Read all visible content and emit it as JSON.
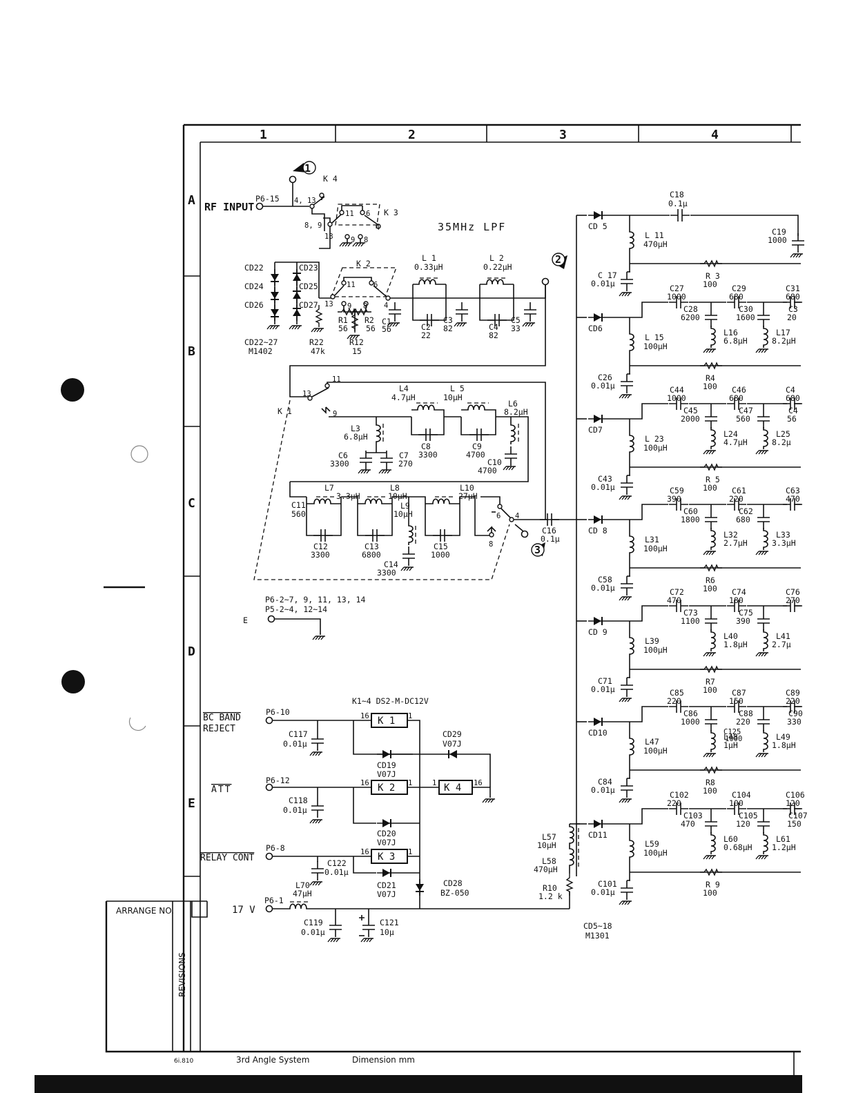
{
  "border": {
    "columns": [
      "1",
      "2",
      "3",
      "4"
    ],
    "rows": [
      "A",
      "B",
      "C",
      "D",
      "E"
    ],
    "arrange_no": "ARRANGE NO.",
    "revisions": "REVISIONS",
    "footer_code": "6i.810",
    "footer_projection": "3rd Angle System",
    "footer_units": "Dimension mm"
  },
  "title": "35MHz  LPF",
  "terminals": {
    "rf_input": "RF INPUT",
    "rf_pin": "P6-15",
    "e_label": "E",
    "e_pins_1": "P6-2~7, 9, 11, 13, 14",
    "e_pins_2": "P5-2~4, 12~14",
    "bc_band_1": "BC BAND",
    "bc_band_2": "REJECT",
    "bc_pin": "P6-10",
    "att": "ATT",
    "att_pin": "P6-12",
    "relay": "RELAY CONT",
    "relay_pin": "P6-8",
    "v17": "17 V",
    "v17_pin": "P6-1"
  },
  "markers": [
    "1",
    "2",
    "3"
  ],
  "relays": {
    "k1": "K 1",
    "k2": "K 2",
    "k3": "K 3",
    "k4": "K 4",
    "k1_lbl": "K 1",
    "k2_lbl": "K 2",
    "k3_lbl": "K 3",
    "k4_lbl": "K 4",
    "type": "K1~4  DS2-M-DC12V"
  },
  "pins": {
    "k4_a": "4, 13",
    "k3_a": "8, 9",
    "k3_n": "13",
    "k3_9": "9",
    "k3_8": "8",
    "k3_11": "11",
    "k3_6": "6",
    "k3_4": "4",
    "k2_13": "13",
    "k2_11": "11",
    "k2_6": "6",
    "k2_4": "4",
    "k2_9": "9",
    "k2_8": "8",
    "k1_13": "13",
    "k1_11": "11",
    "k1_9": "9",
    "sw_6": "6",
    "sw_4": "4",
    "sw_8": "8",
    "c16": "16",
    "c1": "1"
  },
  "diodes_left": {
    "cd22": "CD22",
    "cd23": "CD23",
    "cd24": "CD24",
    "cd25": "CD25",
    "cd26": "CD26",
    "cd27": "CD27",
    "range": "CD22~27",
    "part": "M1402"
  },
  "resistors": {
    "r22": "R22",
    "r22v": "47k",
    "r12": "R12",
    "r12v": "15",
    "r1": "R1",
    "r1v": "56",
    "r2": "R2",
    "r2v": "56"
  },
  "lpf_b": {
    "c1": "C1",
    "c1v": "56",
    "l1": "L 1",
    "l1v": "0.33μH",
    "l2": "L 2",
    "l2v": "0.22μH",
    "c2": "C2",
    "c2v": "22",
    "c3": "C3",
    "c3v": "82",
    "c4": "C4",
    "c4v": "82",
    "c5": "C5",
    "c5v": "33"
  },
  "filter_c1": {
    "l4": "L4",
    "l4v": "4.7μH",
    "l5": "L 5",
    "l5v": "10μH",
    "l6": "L6",
    "l6v": "8.2μH",
    "l3": "L3",
    "l3v": "6.8μH",
    "c6": "C6",
    "c6v": "3300",
    "c7": "C7",
    "c7v": "270",
    "c8": "C8",
    "c8v": "3300",
    "c9": "C9",
    "c9v": "4700",
    "c10": "C10",
    "c10v": "4700"
  },
  "filter_c2": {
    "l7": "L7",
    "l7v": "3.3μH",
    "l8": "L8",
    "l8v": "10μH",
    "l10": "L10",
    "l10v": "27μH",
    "l9": "L9",
    "l9v": "10μH",
    "c11": "C11",
    "c11v": "560",
    "c12": "C12",
    "c12v": "3300",
    "c13": "C13",
    "c13v": "6800",
    "c14": "C14",
    "c14v": "3300",
    "c15": "C15",
    "c15v": "1000",
    "c16": "C16",
    "c16v": "0.1μ"
  },
  "bank": [
    {
      "cd": "CD 5",
      "l": "L 11",
      "lv": "470μH",
      "cg": "C 17",
      "cgv": "0.01μ",
      "r": "R 3",
      "rv": "100",
      "cs": "C18",
      "csv": "0.1μ",
      "cs2": "C19",
      "cs2v": "1000"
    },
    {
      "cd": "CD6",
      "l": "L 15",
      "lv": "100μH",
      "cg": "C26",
      "cgv": "0.01μ",
      "r": "R4",
      "rv": "100",
      "c_a": "C27",
      "c_av": "1000",
      "c_b": "C29",
      "c_bv": "680",
      "c_c": "C31",
      "c_cv": "680",
      "s1": "C28",
      "s1v": "6200",
      "s2": "C30",
      "s2v": "1600",
      "s3": "C3",
      "s3v": "20",
      "la": "L16",
      "lav": "6.8μH",
      "lb": "L17",
      "lbv": "8.2μH"
    },
    {
      "cd": "CD7",
      "l": "L 23",
      "lv": "100μH",
      "cg": "C43",
      "cgv": "0.01μ",
      "r": "R 5",
      "rv": "100",
      "c_a": "C44",
      "c_av": "1000",
      "c_b": "C46",
      "c_bv": "680",
      "c_c": "C4",
      "c_cv": "680",
      "s1": "C45",
      "s1v": "2000",
      "s2": "C47",
      "s2v": "560",
      "s3": "C4",
      "s3v": "56",
      "la": "L24",
      "lav": "4.7μH",
      "lb": "L25",
      "lbv": "8.2μ"
    },
    {
      "cd": "CD 8",
      "l": "L31",
      "lv": "100μH",
      "cg": "C58",
      "cgv": "0.01μ",
      "r": "R6",
      "rv": "100",
      "c_a": "C59",
      "c_av": "390",
      "c_b": "C61",
      "c_bv": "220",
      "c_c": "C63",
      "c_cv": "470",
      "s1": "C60",
      "s1v": "1800",
      "s2": "C62",
      "s2v": "680",
      "la": "L32",
      "lav": "2.7μH",
      "lb": "L33",
      "lbv": "3.3μH"
    },
    {
      "cd": "CD 9",
      "l": "L39",
      "lv": "100μH",
      "cg": "C71",
      "cgv": "0.01μ",
      "r": "R7",
      "rv": "100",
      "c_a": "C72",
      "c_av": "470",
      "c_b": "C74",
      "c_bv": "180",
      "c_c": "C76",
      "c_cv": "270",
      "s1": "C73",
      "s1v": "1100",
      "s2": "C75",
      "s2v": "390",
      "la": "L40",
      "lav": "1.8μH",
      "lb": "L41",
      "lbv": "2.7μ"
    },
    {
      "cd": "CD10",
      "l": "L47",
      "lv": "100μH",
      "cg": "C84",
      "cgv": "0.01μ",
      "r": "R8",
      "rv": "100",
      "c_a": "C85",
      "c_av": "220",
      "c_b": "C87",
      "c_bv": "150",
      "c_c": "C89",
      "c_cv": "220",
      "s1": "C86",
      "s1v": "1000",
      "s2": "C88",
      "s2v": "220",
      "s3": "C90",
      "s3v": "330",
      "s4": "C125",
      "s4v": "1000",
      "la": "L48",
      "lav": "1μH",
      "lb": "L49",
      "lbv": "1.8μH"
    },
    {
      "cd": "CD11",
      "l": "L59",
      "lv": "100μH",
      "cg": "C101",
      "cgv": "0.01μ",
      "r": "R 9",
      "rv": "100",
      "c_a": "C102",
      "c_av": "220",
      "c_b": "C104",
      "c_bv": "100",
      "c_c": "C106",
      "c_cv": "120",
      "s1": "C103",
      "s1v": "470",
      "s2": "C105",
      "s2v": "120",
      "s3": "C107",
      "s3v": "150",
      "la": "L60",
      "lav": "0.68μH",
      "lb": "L61",
      "lbv": "1.2μH"
    }
  ],
  "bus": {
    "l57": "L57",
    "l57v": "10μH",
    "l58": "L58",
    "l58v": "470μH",
    "r10": "R10",
    "r10v": "1.2 k",
    "cd_range": "CD5~18",
    "cd_part": "M1301"
  },
  "control": {
    "c117": "C117",
    "c117v": "0.01μ",
    "c118": "C118",
    "c118v": "0.01μ",
    "c122": "C122",
    "c122v": "0.01μ",
    "c119": "C119",
    "c119v": "0.01μ",
    "c121": "C121",
    "c121v": "10μ",
    "l70": "L70",
    "l70v": "47μH",
    "cd19": "CD19",
    "cd19v": "V07J",
    "cd20": "CD20",
    "cd20v": "V07J",
    "cd21": "CD21",
    "cd21v": "V07J",
    "cd29": "CD29",
    "cd29v": "V07J",
    "cd28": "CD28",
    "cd28v": "BZ-050"
  }
}
